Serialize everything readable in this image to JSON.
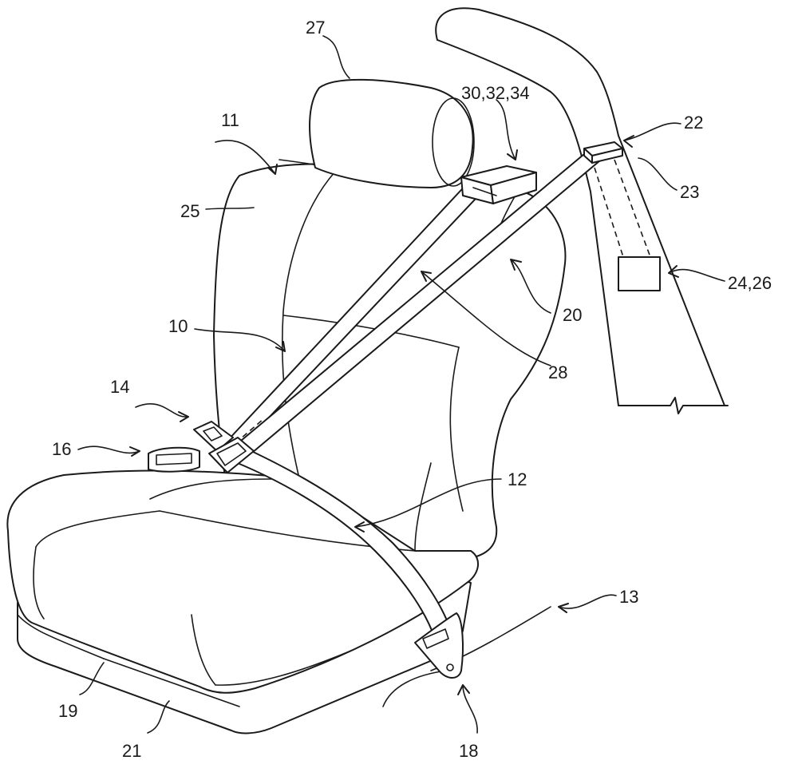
{
  "labels": {
    "l10": "10",
    "l11": "11",
    "l12": "12",
    "l13": "13",
    "l14": "14",
    "l16": "16",
    "l18": "18",
    "l19": "19",
    "l20": "20",
    "l21": "21",
    "l22": "22",
    "l23": "23",
    "l24": "24,26",
    "l25": "25",
    "l27": "27",
    "l28": "28",
    "l30": "30,32,34"
  }
}
